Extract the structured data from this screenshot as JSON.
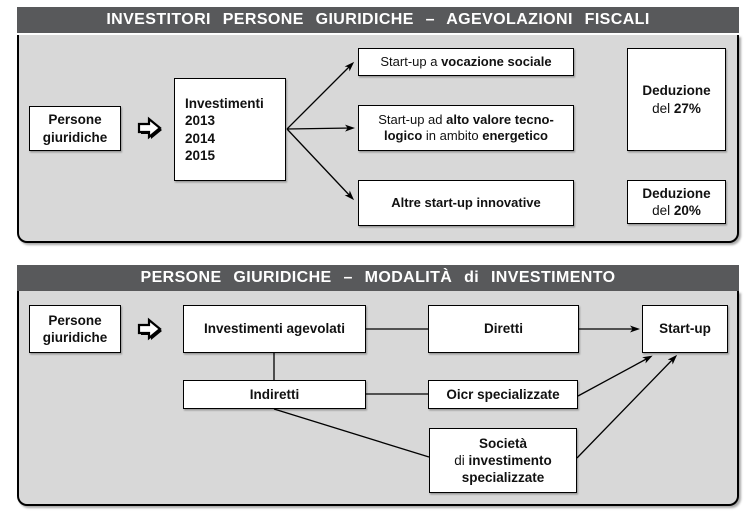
{
  "colors": {
    "header_bg": "#58595b",
    "header_text": "#ffffff",
    "panel_bg": "#d8d8d8",
    "box_bg": "#ffffff",
    "line": "#000000"
  },
  "icons": {
    "flow_arrow": "rightwards-white-arrow"
  },
  "panel1": {
    "title": "INVESTITORI PERSONE GIURIDICHE – AGEVOLAZIONI FISCALI",
    "persone": {
      "line1": "Persone",
      "line2": "giuridiche"
    },
    "investimenti": {
      "lines": [
        "Investimenti",
        "2013",
        "2014",
        "2015"
      ]
    },
    "startup_sociale": [
      {
        "t": "Start-up a "
      },
      {
        "t": "vocazione sociale",
        "b": true
      }
    ],
    "startup_tecno": [
      {
        "t": "Start-up ad "
      },
      {
        "t": "alto valore tecno-",
        "b": true
      },
      {
        "br": true
      },
      {
        "t": "logico",
        "b": true
      },
      {
        "t": " in ambito "
      },
      {
        "t": "energetico",
        "b": true
      }
    ],
    "altre_startup": [
      {
        "t": "Altre start-up innovative",
        "b": true
      }
    ],
    "deduzione27": {
      "line1": "Deduzione",
      "line2": [
        {
          "t": "del "
        },
        {
          "t": "27%",
          "b": true
        }
      ]
    },
    "deduzione20": {
      "line1": "Deduzione",
      "line2": [
        {
          "t": "del "
        },
        {
          "t": "20%",
          "b": true
        }
      ]
    }
  },
  "panel2": {
    "title": "PERSONE GIURIDICHE – MODALITÀ di INVESTIMENTO",
    "persone": {
      "line1": "Persone",
      "line2": "giuridiche"
    },
    "investimenti_agevolati": "Investimenti agevolati",
    "diretti": "Diretti",
    "startup": "Start-up",
    "indiretti": "Indiretti",
    "oicr": "Oicr specializzate",
    "societa": {
      "line1": "Società",
      "line2": [
        {
          "t": "di "
        },
        {
          "t": "investimento",
          "b": true
        }
      ],
      "line3": "specializzate"
    }
  }
}
